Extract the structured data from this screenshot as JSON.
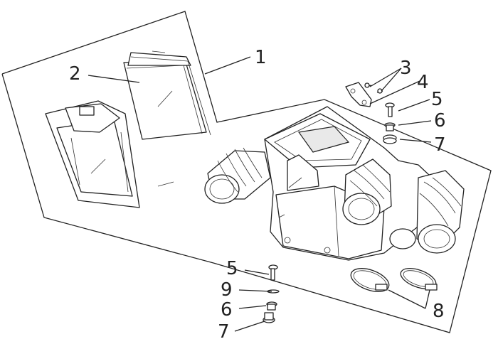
{
  "diagram": {
    "callouts": [
      {
        "id": "c1",
        "text": "1"
      },
      {
        "id": "c2",
        "text": "2"
      },
      {
        "id": "c3",
        "text": "3"
      },
      {
        "id": "c4",
        "text": "4"
      },
      {
        "id": "c5a",
        "text": "5"
      },
      {
        "id": "c6a",
        "text": "6"
      },
      {
        "id": "c7a",
        "text": "7"
      },
      {
        "id": "c5b",
        "text": "5"
      },
      {
        "id": "c9",
        "text": "9"
      },
      {
        "id": "c6b",
        "text": "6"
      },
      {
        "id": "c7b",
        "text": "7"
      },
      {
        "id": "c8",
        "text": "8"
      }
    ]
  }
}
